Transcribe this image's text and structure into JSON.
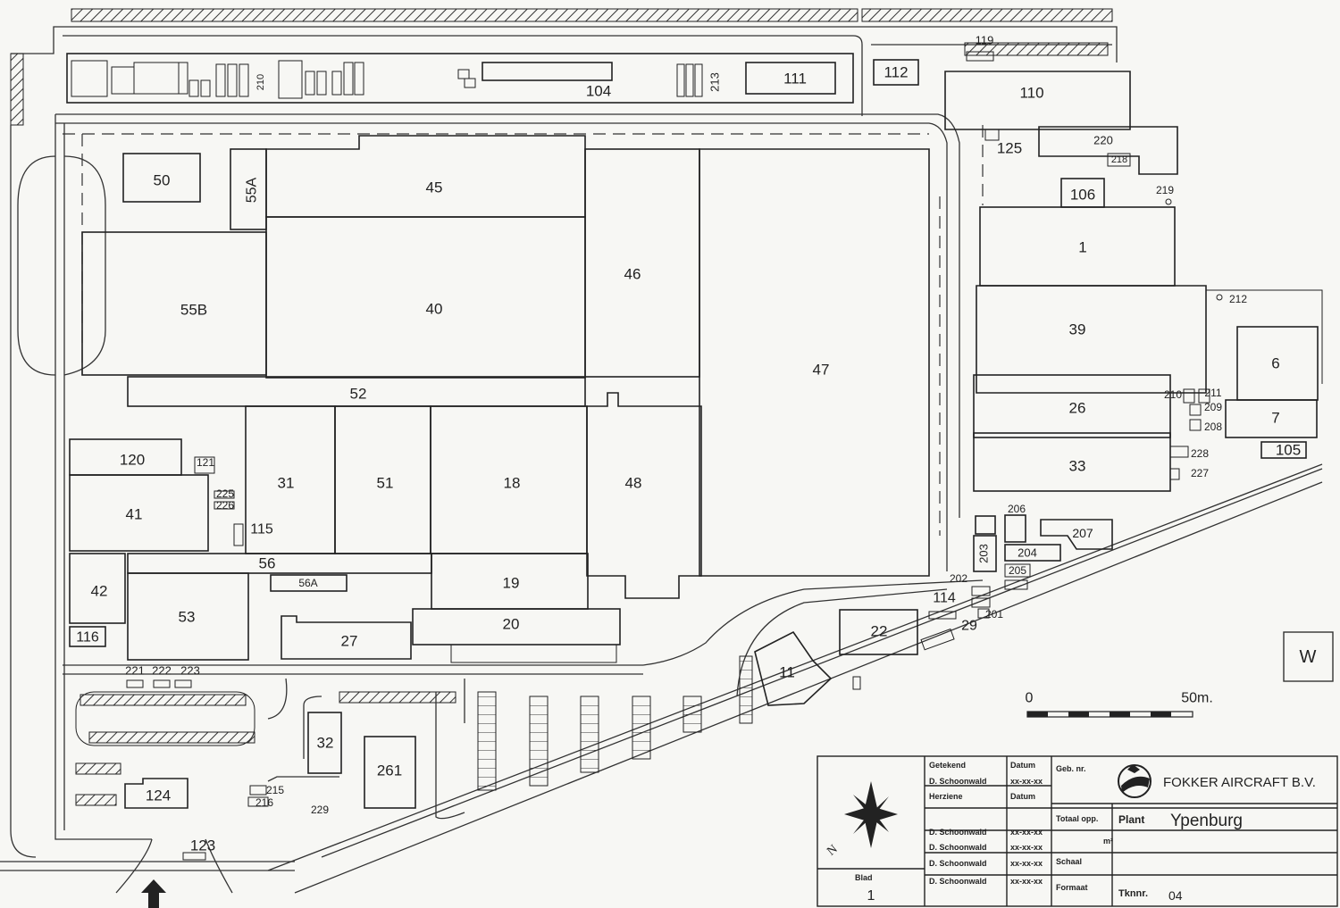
{
  "map": {
    "buildings": [
      {
        "id": "b104",
        "label": "104"
      },
      {
        "id": "b111",
        "label": "111"
      },
      {
        "id": "b112",
        "label": "112"
      },
      {
        "id": "b110",
        "label": "110"
      },
      {
        "id": "b119",
        "label": "119"
      },
      {
        "id": "b213",
        "label": "213"
      },
      {
        "id": "b210a",
        "label": "210"
      },
      {
        "id": "b125",
        "label": "125"
      },
      {
        "id": "b220",
        "label": "220"
      },
      {
        "id": "b218",
        "label": "218"
      },
      {
        "id": "b106",
        "label": "106"
      },
      {
        "id": "b219",
        "label": "219"
      },
      {
        "id": "b50",
        "label": "50"
      },
      {
        "id": "b55a",
        "label": "55A"
      },
      {
        "id": "b45",
        "label": "45"
      },
      {
        "id": "b46",
        "label": "46"
      },
      {
        "id": "b40",
        "label": "40"
      },
      {
        "id": "b55b",
        "label": "55B"
      },
      {
        "id": "b47",
        "label": "47"
      },
      {
        "id": "b1",
        "label": "1"
      },
      {
        "id": "b212",
        "label": "212"
      },
      {
        "id": "b39",
        "label": "39"
      },
      {
        "id": "b6",
        "label": "6"
      },
      {
        "id": "b52",
        "label": "52"
      },
      {
        "id": "b26",
        "label": "26"
      },
      {
        "id": "b210b",
        "label": "210"
      },
      {
        "id": "b211",
        "label": "211"
      },
      {
        "id": "b209",
        "label": "209"
      },
      {
        "id": "b208",
        "label": "208"
      },
      {
        "id": "b7",
        "label": "7"
      },
      {
        "id": "b105",
        "label": "105"
      },
      {
        "id": "b33",
        "label": "33"
      },
      {
        "id": "b228",
        "label": "228"
      },
      {
        "id": "b227",
        "label": "227"
      },
      {
        "id": "b120",
        "label": "120"
      },
      {
        "id": "b121",
        "label": "121"
      },
      {
        "id": "b225",
        "label": "225"
      },
      {
        "id": "b226",
        "label": "226"
      },
      {
        "id": "b41",
        "label": "41"
      },
      {
        "id": "b31",
        "label": "31"
      },
      {
        "id": "b51",
        "label": "51"
      },
      {
        "id": "b18",
        "label": "18"
      },
      {
        "id": "b48",
        "label": "48"
      },
      {
        "id": "b115",
        "label": "115"
      },
      {
        "id": "b206",
        "label": "206"
      },
      {
        "id": "b207",
        "label": "207"
      },
      {
        "id": "b204",
        "label": "204"
      },
      {
        "id": "b203",
        "label": "203"
      },
      {
        "id": "b205",
        "label": "205"
      },
      {
        "id": "b202",
        "label": "202"
      },
      {
        "id": "b114",
        "label": "114"
      },
      {
        "id": "b201",
        "label": "201"
      },
      {
        "id": "b29",
        "label": "29"
      },
      {
        "id": "b42",
        "label": "42"
      },
      {
        "id": "b56",
        "label": "56"
      },
      {
        "id": "b56a",
        "label": "56A"
      },
      {
        "id": "b19",
        "label": "19"
      },
      {
        "id": "b53",
        "label": "53"
      },
      {
        "id": "b20",
        "label": "20"
      },
      {
        "id": "b22",
        "label": "22"
      },
      {
        "id": "b116",
        "label": "116"
      },
      {
        "id": "b27",
        "label": "27"
      },
      {
        "id": "b11",
        "label": "11"
      },
      {
        "id": "b221",
        "label": "221"
      },
      {
        "id": "b222",
        "label": "222"
      },
      {
        "id": "b223",
        "label": "223"
      },
      {
        "id": "b32",
        "label": "32"
      },
      {
        "id": "b261",
        "label": "261"
      },
      {
        "id": "b124",
        "label": "124"
      },
      {
        "id": "b215",
        "label": "215"
      },
      {
        "id": "b216",
        "label": "216"
      },
      {
        "id": "b229",
        "label": "229"
      },
      {
        "id": "b123",
        "label": "123"
      }
    ],
    "scale": {
      "start": "0",
      "end": "50m."
    },
    "compass": "W"
  },
  "title_block": {
    "company": "FOKKER AIRCRAFT B.V.",
    "plant_label": "Plant",
    "plant_value": "Ypenburg",
    "sheet_label": "Blad",
    "sheet_value": "1",
    "drawing_no_label": "Tknnr.",
    "drawing_no_value": "04",
    "col_drawn": "Getekend",
    "col_date": "Datum",
    "col_revised": "Herziene",
    "col_date2": "Datum",
    "col_scale_label": "Schaal",
    "col_format": "Formaat",
    "col_build_no": "Geb. nr.",
    "col_area": "Totaal opp.",
    "area_unit": "m²",
    "rows": [
      {
        "name": "D. Schoonwald",
        "date": "xx-xx-xx"
      },
      {
        "name": "D. Schoonwald",
        "date": "xx-xx-xx"
      },
      {
        "name": "D. Schoonwald",
        "date": "xx-xx-xx"
      },
      {
        "name": "D. Schoonwald",
        "date": "xx-xx-xx"
      },
      {
        "name": "D. Schoonwald",
        "date": "xx-xx-xx"
      }
    ]
  }
}
